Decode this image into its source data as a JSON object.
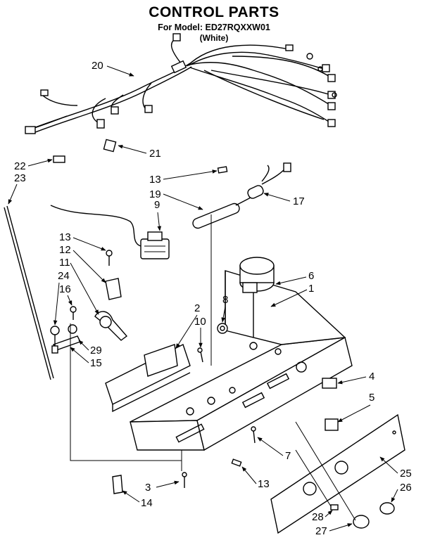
{
  "header": {
    "title": "CONTROL PARTS",
    "model_line": "For Model: ED27RQXXW01",
    "color_line": "(White)"
  },
  "callouts": [
    "20",
    "21",
    "22",
    "23",
    "13",
    "19",
    "17",
    "9",
    "13",
    "12",
    "11",
    "24",
    "16",
    "8",
    "2",
    "10",
    "29",
    "15",
    "6",
    "1",
    "4",
    "5",
    "7",
    "25",
    "26",
    "3",
    "14",
    "13",
    "28",
    "27"
  ]
}
